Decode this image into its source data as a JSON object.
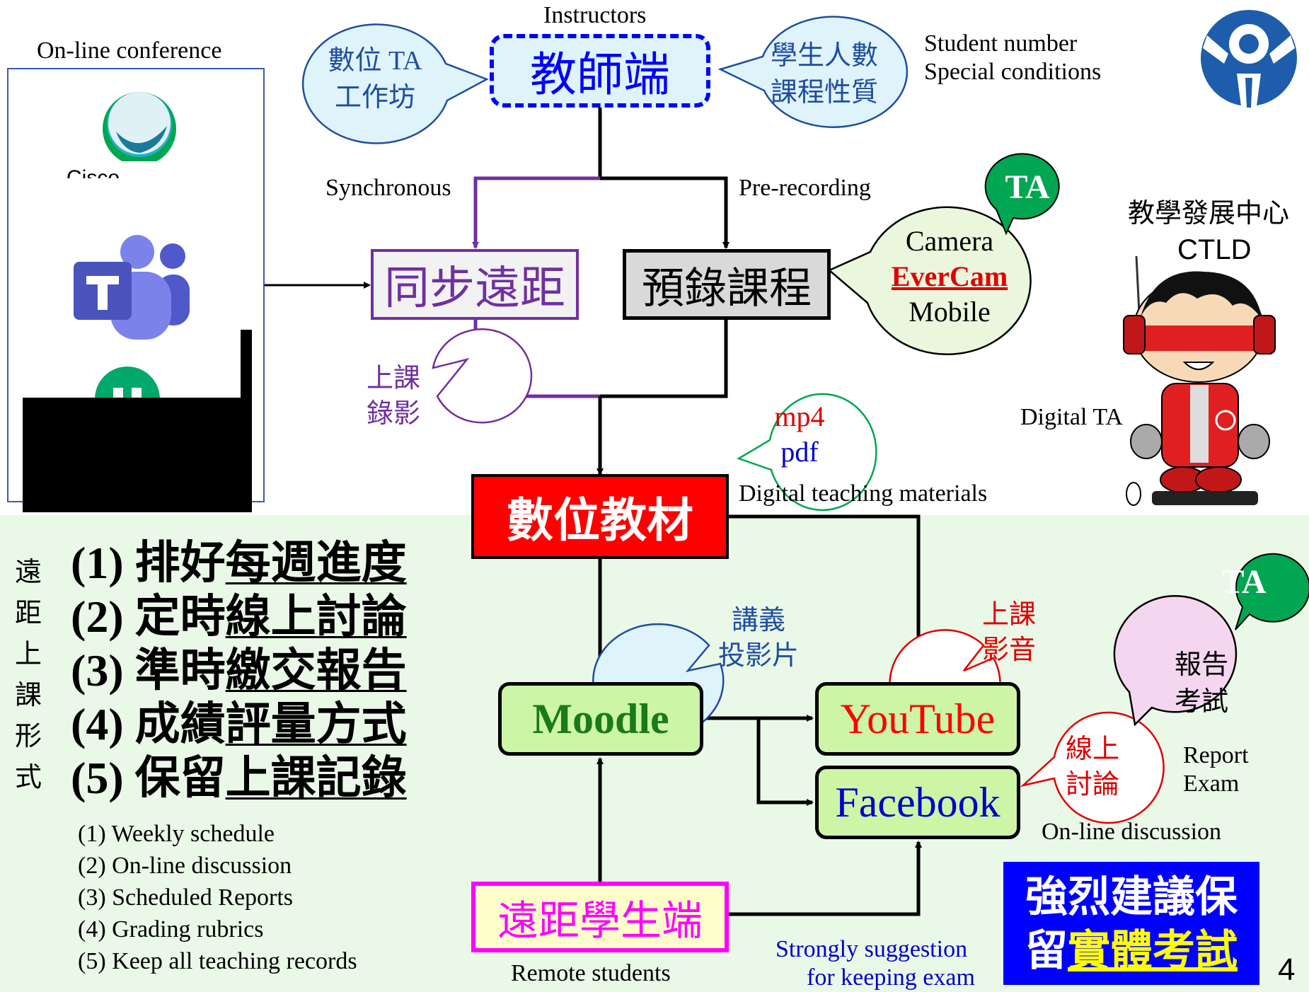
{
  "colors": {
    "purple": "#7030a0",
    "blue": "#0000ff",
    "red": "#ff0000",
    "green_bubble": "#00a651",
    "box_green_fill": "#ccf5a6",
    "bottom_bg": "#eaf8e8",
    "magenta": "#ff00ff",
    "crimson": "#e00000"
  },
  "left_panel": {
    "title": "On-line conference",
    "icons": [
      "webex-icon",
      "teams-icon",
      "hangouts-icon"
    ],
    "webex_caption": "Cisco"
  },
  "top": {
    "instructors_label": "Instructors",
    "instructor_box": "教師端",
    "bubble_workshop": [
      "數位 TA",
      "工作坊"
    ],
    "bubble_students": [
      "學生人數",
      "課程性質"
    ],
    "student_info": [
      "Student number",
      "Special conditions"
    ]
  },
  "branches": {
    "sync_label": "Synchronous",
    "prerec_label": "Pre-recording",
    "sync_box": "同步遠距",
    "prerec_box": "預錄課程",
    "bubble_record": [
      "上課",
      "錄影"
    ],
    "bubble_tools": [
      "Camera",
      "EverCam",
      "Mobile"
    ],
    "ta_badge": "TA",
    "bubble_formats": [
      "mp4",
      "pdf"
    ]
  },
  "ctld": {
    "name_zh": "教學發展中心",
    "name_en": "CTLD",
    "digital_ta_label": "Digital TA"
  },
  "materials": {
    "box": "數位教材",
    "caption": "Digital teaching materials"
  },
  "platforms": {
    "moodle": "Moodle",
    "youtube": "YouTube",
    "facebook": "Facebook",
    "bubble_slides": [
      "講義",
      "投影片"
    ],
    "bubble_video": [
      "上課",
      "影音"
    ],
    "bubble_discussion": [
      "線上",
      "討論"
    ],
    "bubble_report": [
      "報告",
      "考試"
    ],
    "ta_badge": "TA",
    "report_exam_label": [
      "Report",
      "Exam"
    ],
    "online_discussion_label": "On-line discussion"
  },
  "students": {
    "box": "遠距學生端",
    "caption": "Remote students",
    "suggestion": [
      "Strongly suggestion",
      "for keeping exam"
    ]
  },
  "recommend_box": {
    "line1": "強烈建議保",
    "line2_a": "留",
    "line2_b": "實體考試"
  },
  "side_vertical": [
    "遠",
    "距",
    "上",
    "課",
    "形",
    "式"
  ],
  "zh_list": [
    {
      "num": "(1) ",
      "a": "排好",
      "b": "每週進度"
    },
    {
      "num": "(2) ",
      "a": "定時",
      "b": "線上討論"
    },
    {
      "num": "(3) ",
      "a": "準時",
      "b": "繳交報告"
    },
    {
      "num": "(4) ",
      "a": "成績",
      "b": "評量方式"
    },
    {
      "num": "(5) ",
      "a": "保留",
      "b": "上課記錄"
    }
  ],
  "en_list": [
    "(1) Weekly schedule",
    "(2) On-line discussion",
    "(3) Scheduled Reports",
    "(4) Grading rubrics",
    "(5) Keep all teaching records"
  ],
  "page_number": "4"
}
